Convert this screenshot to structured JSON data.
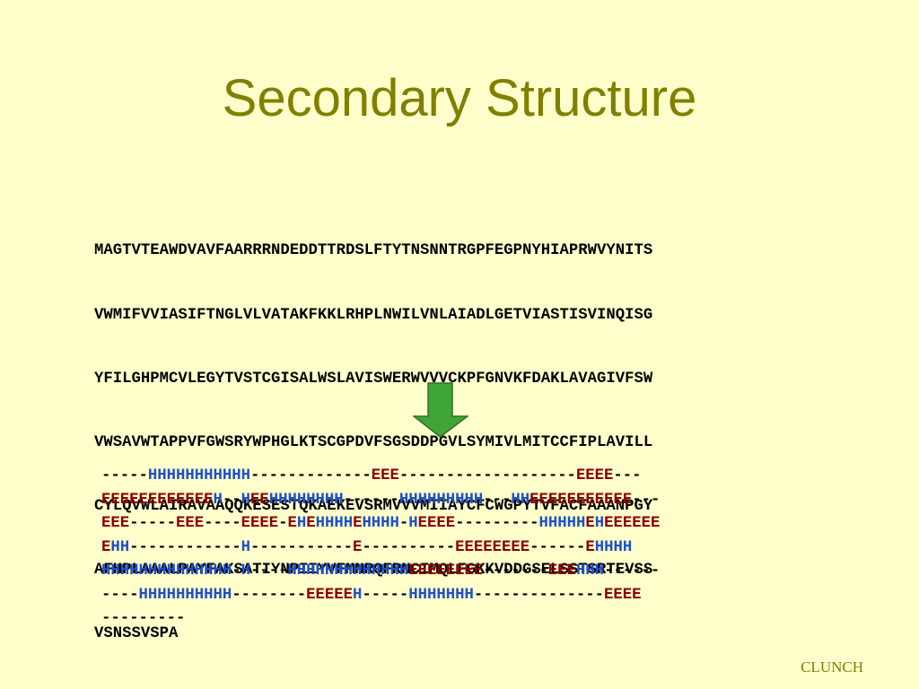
{
  "title": "Secondary Structure",
  "sequence_lines": [
    "MAGTVTEAWDVAVFAARRRNDEDDTTRDSLFTYTNSNNTRGPFEGPNYHIAPRWVYNITS",
    "VWMIFVVIASIFTNGLVLVATAKFKKLRHPLNWILVNLAIADLGETVIASTISVINQISG",
    "YFILGHPMCVLEGYTVSTCGISALWSLAVISWERWVVVCKPFGNVKFDAKLAVAGIVFSW",
    "VWSAVWTAPPVFGWSRYWPHGLKTSCGPDVFSGSDDPGVLSYMIVLMITCCFIPLAVILL",
    "CYLQVWLAIRAVAAQQKESESTQKAEKEVSRMVVVMIIAYCFCWGPYTVFACFAAANPGY",
    "AFHPLAAALPAYFAKSATIYNPIIYVFMNRQFRNCIMQLFGKKVDDGSELSSTSRTEVSS",
    "VSNSSVSPA"
  ],
  "arrow_icon": "down-arrow-icon",
  "structure_lines": [
    "-----HHHHHHHHHHH-------------EEE-------------------EEEE---",
    "EEEEEEEEEEEEH--HEEHHHHHHHH------HHHHHHHHH---HHEEEEEEEEEEE---",
    "EEE-----EEE----EEEE-EHEHHHHEHHHH-HEEEE---------HHHHHEHEEEEEE",
    "EHH------------H-----------E----------EEEEEEEE------EHHHH",
    "HHHHHHHHHHHHHH-H----HHHHHHHHHHHHHEEEEEEEE-------EEEHHH------",
    "----HHHHHHHHHH--------EEEEEH-----HHHHHHH--------------EEEE",
    "---------"
  ],
  "footer": "CLUNCH",
  "colors": {
    "background": "#ffffcc",
    "title": "#808000",
    "helix": "#1f4fc8",
    "strand": "#8b0000",
    "coil": "#000000",
    "arrow_fill": "#3fa535",
    "arrow_stroke": "#2e6e2e"
  }
}
